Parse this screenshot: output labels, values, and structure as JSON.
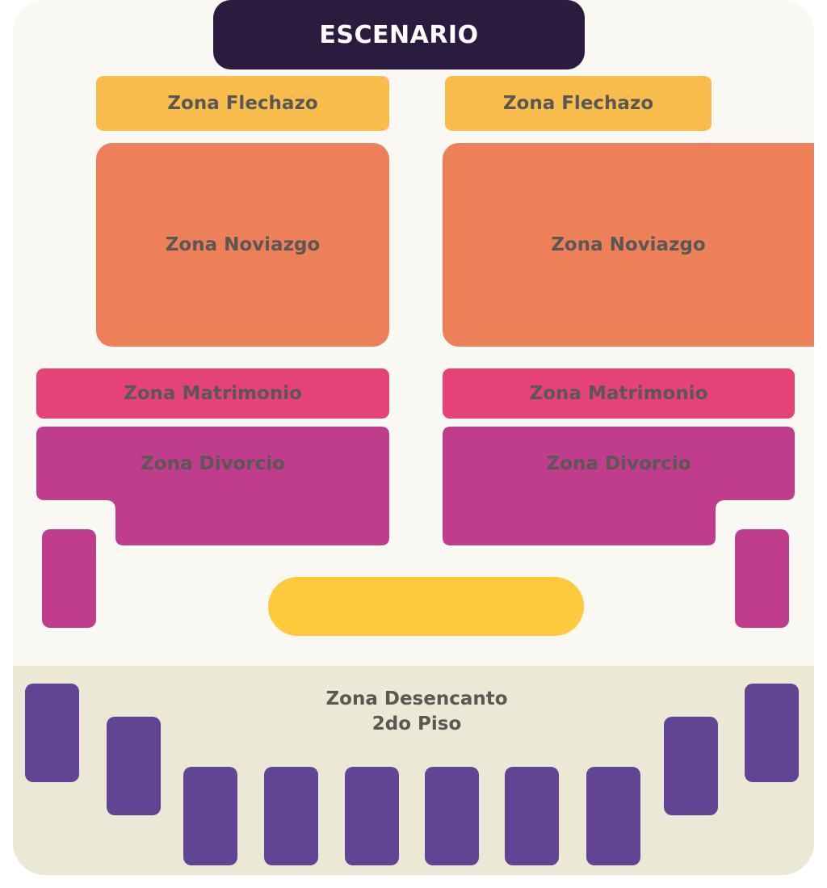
{
  "venue_map": {
    "stage_label": "ESCENARIO",
    "zones": {
      "flechazo": "Zona Flechazo",
      "noviazgo": "Zona Noviazgo",
      "matrimonio": "Zona Matrimonio",
      "divorcio": "Zona Divorcio",
      "desencanto_line1": "Zona Desencanto",
      "desencanto_line2": "2do Piso"
    },
    "colors": {
      "background": "#f9f8f2",
      "second_floor": "#ebe8d6",
      "stage": "#2a1b3f",
      "flechazo": "#f9bd4d",
      "noviazgo": "#ee8059",
      "matrimonio": "#e6427a",
      "divorcio": "#c03c8c",
      "center_pill": "#fdca3c",
      "desencanto_boxes": "#624495"
    }
  }
}
